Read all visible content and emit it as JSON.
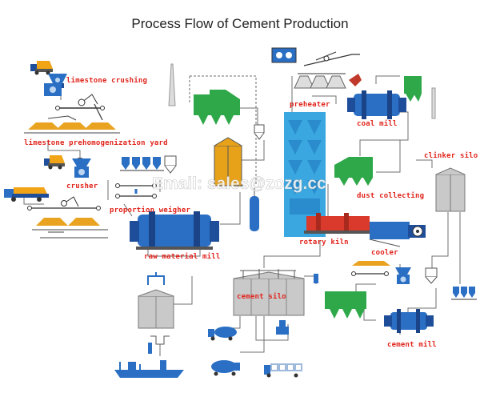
{
  "title": "Process Flow of Cement Production",
  "watermark": "Email: sales@zozg.cc",
  "labels": {
    "limestone_crushing": "limestone crushing",
    "prehomogenization": "limestone prehomogenization yard",
    "crusher": "crusher",
    "proportion_weigher": "proportion weigher",
    "raw_material_mill": "raw material mill",
    "preheater": "preheater",
    "coal_mill": "coal mill",
    "clinker_silo": "clinker silo",
    "dust_collecting": "dust collecting",
    "rotary_kiln": "rotary kiln",
    "cooler": "cooler",
    "cement_silo": "cement silo",
    "cement_mill": "cement mill"
  },
  "colors": {
    "equipment_blue": "#2a6fc4",
    "dust_collector_green": "#2fa84a",
    "silo_yellow": "#e8a21a",
    "preheater_cyan": "#3aa7e0",
    "kiln_red": "#d93a2b",
    "label_red": "#e0241b",
    "pipe_gray": "#6f6f6f",
    "silo_gray": "#c9c9c9"
  },
  "icons": [
    "truck-icon",
    "crusher-icon",
    "stacker-icon",
    "conveyor-icon",
    "ship-icon",
    "bulk-truck-icon"
  ]
}
